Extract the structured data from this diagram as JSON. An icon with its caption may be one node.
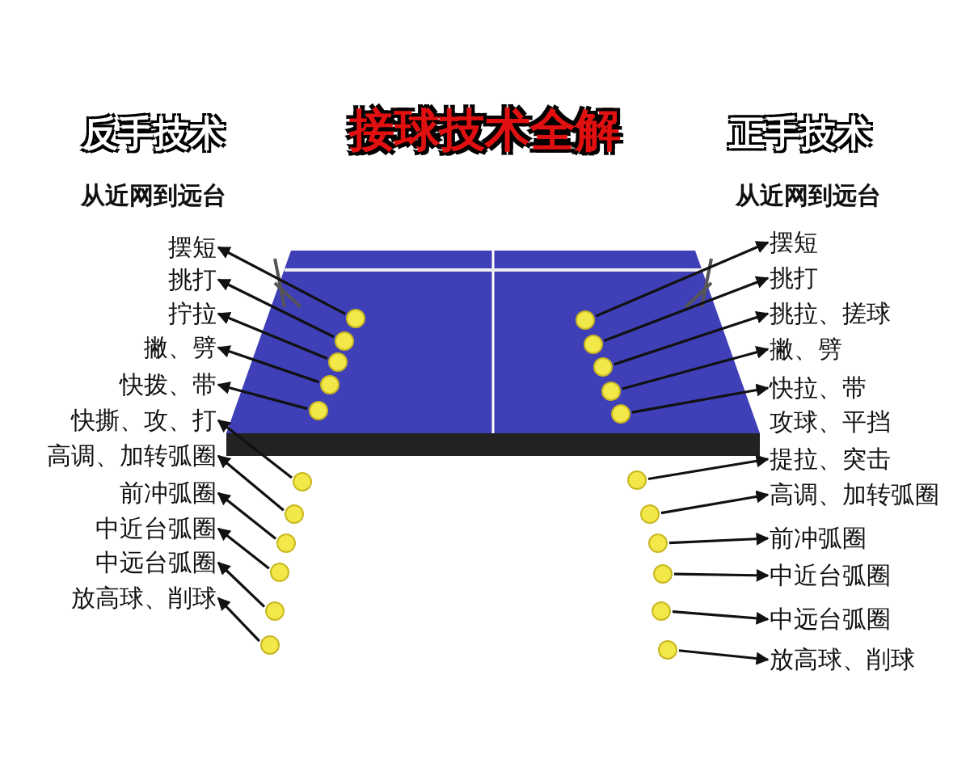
{
  "diagram": {
    "title": "接球技术全解",
    "nodes": [
      {
        "text": [
          "摆短"
        ]
      },
      {
        "text": [
          "挑打"
        ]
      },
      {
        "text": [
          "拧拉"
        ]
      },
      {
        "text": [
          "撇、劈"
        ]
      },
      {
        "text": [
          "快拨、带"
        ]
      },
      {
        "text": [
          "快撕、攻、打"
        ]
      },
      {
        "text": [
          "高调、加转弧圈"
        ]
      },
      {
        "text": [
          "前冲弧圈"
        ]
      },
      {
        "text": [
          "中近台弧圈"
        ]
      },
      {
        "text": [
          "中远台弧圈"
        ]
      },
      {
        "text": [
          "放高球、削球"
        ]
      },
      {
        "text": [],
        "shape": "circle"
      },
      {
        "text": [],
        "shape": "circle"
      },
      {
        "text": [],
        "shape": "circle"
      },
      {
        "text": [],
        "shape": "circle"
      },
      {
        "text": [],
        "shape": "circle"
      },
      {
        "text": [],
        "shape": "circle"
      },
      {
        "text": [],
        "shape": "circle"
      },
      {
        "text": [],
        "shape": "circle"
      },
      {
        "text": [],
        "shape": "circle"
      },
      {
        "text": [],
        "shape": "circle"
      },
      {
        "text": [],
        "shape": "circle"
      },
      {
        "text": [
          "摆短"
        ]
      },
      {
        "text": [
          "挑打"
        ]
      },
      {
        "text": [
          "挑拉、搓球"
        ]
      },
      {
        "text": [
          "撇、劈"
        ]
      },
      {
        "text": [
          "快拉、带"
        ]
      },
      {
        "text": [
          "提拉、突击"
        ]
      },
      {
        "text": [
          "高调、加转弧圈"
        ]
      },
      {
        "text": [
          "前冲弧圈"
        ]
      },
      {
        "text": [
          "中近台弧圈"
        ]
      },
      {
        "text": [
          "中远台弧圈"
        ]
      },
      {
        "text": [
          "放高球、削球"
        ]
      },
      {
        "text": [],
        "shape": "circle"
      },
      {
        "text": [],
        "shape": "circle"
      },
      {
        "text": [],
        "shape": "circle"
      },
      {
        "text": [],
        "shape": "circle"
      },
      {
        "text": [],
        "shape": "circle"
      },
      {
        "text": [],
        "shape": "circle"
      },
      {
        "text": [],
        "shape": "circle"
      },
      {
        "text": [],
        "shape": "circle"
      },
      {
        "text": [],
        "shape": "circle"
      },
      {
        "text": [],
        "shape": "circle"
      },
      {
        "text": [],
        "shape": "circle"
      }
    ],
    "edges": [
      {
        "from": 11,
        "to": 0,
        "arrow": "to"
      },
      {
        "from": 12,
        "to": 1,
        "arrow": "to"
      },
      {
        "from": 13,
        "to": 2,
        "arrow": "to"
      },
      {
        "from": 14,
        "to": 3,
        "arrow": "to"
      },
      {
        "from": 15,
        "to": 4,
        "arrow": "to"
      },
      {
        "from": 16,
        "to": 5,
        "arrow": "to"
      },
      {
        "from": 17,
        "to": 6,
        "arrow": "to"
      },
      {
        "from": 18,
        "to": 7,
        "arrow": "to"
      },
      {
        "from": 19,
        "to": 8,
        "arrow": "to"
      },
      {
        "from": 20,
        "to": 9,
        "arrow": "to"
      },
      {
        "from": 21,
        "to": 10,
        "arrow": "to"
      },
      {
        "from": 33,
        "to": 22,
        "arrow": "to"
      },
      {
        "from": 34,
        "to": 23,
        "arrow": "to"
      },
      {
        "from": 35,
        "to": 24,
        "arrow": "to"
      },
      {
        "from": 36,
        "to": 25,
        "arrow": "to"
      },
      {
        "from": 37,
        "to": 26,
        "arrow": "to"
      },
      {
        "from": 38,
        "to": 27,
        "arrow": "to"
      },
      {
        "from": 39,
        "to": 28,
        "arrow": "to"
      },
      {
        "from": 40,
        "to": 29,
        "arrow": "to"
      },
      {
        "from": 41,
        "to": 30,
        "arrow": "to"
      },
      {
        "from": 42,
        "to": 31,
        "arrow": "to"
      },
      {
        "from": 43,
        "to": 32,
        "arrow": "to"
      }
    ],
    "labels": [
      "反手技术",
      "从近网到远台",
      "正手技术",
      "从近网到远台",
      "攻球、平挡"
    ]
  }
}
